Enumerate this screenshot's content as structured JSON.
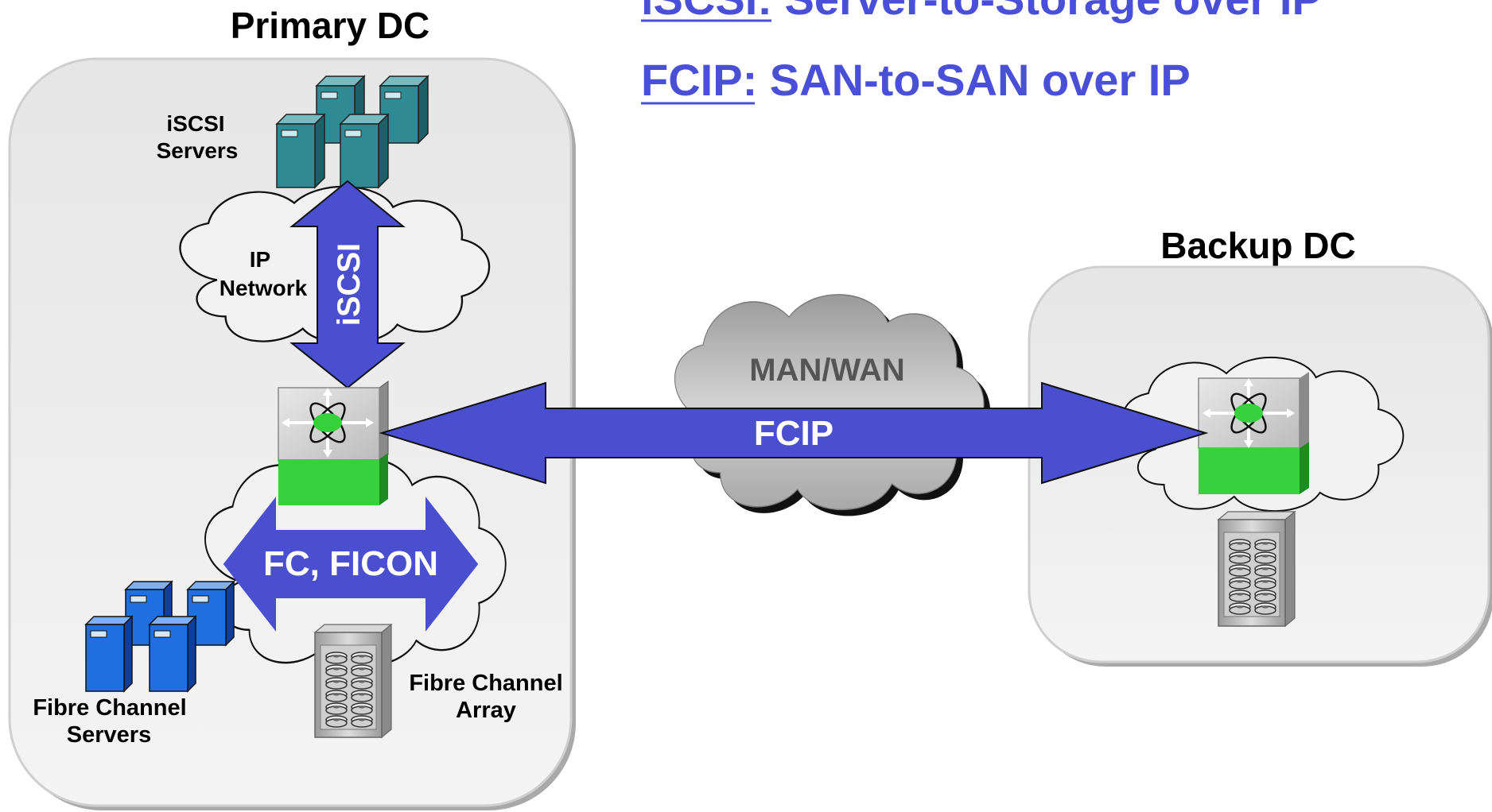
{
  "headline": {
    "line1_term": "iSCSI",
    "line1_rest": ": Server-to-Storage over IP",
    "line2_term": "FCIP",
    "line2_rest": ": SAN-to-SAN over IP"
  },
  "primary_dc": {
    "title": "Primary DC",
    "iscsi_servers_line1": "iSCSI",
    "iscsi_servers_line2": "Servers",
    "ip_network_line1": "IP",
    "ip_network_line2": "Network",
    "iscsi_arrow_label": "iSCSI",
    "fc_arrow_label": "FC, FICON",
    "fc_servers_line1": "Fibre Channel",
    "fc_servers_line2": "Servers",
    "fc_array_line1": "Fibre Channel",
    "fc_array_line2": "Array"
  },
  "wan": {
    "cloud_label": "MAN/WAN",
    "link_label": "FCIP"
  },
  "backup_dc": {
    "title": "Backup DC"
  },
  "colors": {
    "accent_blue": "#4a4fd8",
    "arrow_blue": "#4a4fcf",
    "switch_green": "#36d13c",
    "server_teal": "#2f8a94",
    "server_blue": "#1f6fe0",
    "panel_gray": "#ececec",
    "cloud_gray": "#c8c8c8"
  }
}
